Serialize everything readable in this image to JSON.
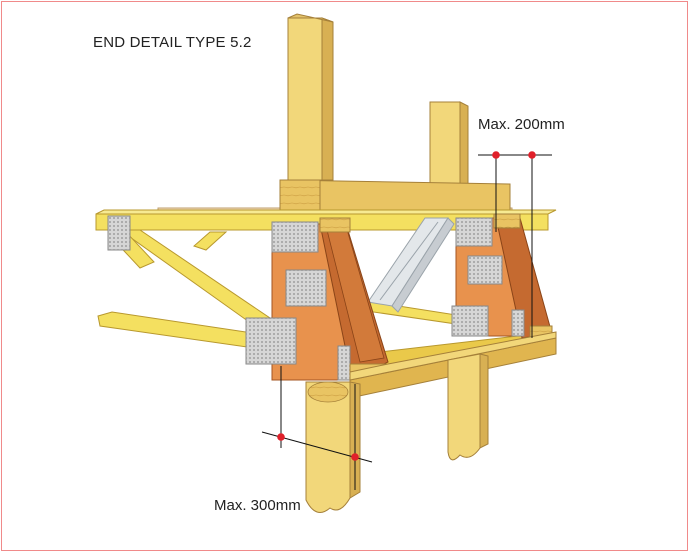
{
  "diagram": {
    "title": "END DETAIL TYPE 5.2",
    "dimension_top": "Max. 200mm",
    "dimension_bottom": "Max. 300mm"
  },
  "colors": {
    "frame_border": "#f08a8a",
    "timber_light": "#f4d97a",
    "timber_mid": "#e8c35a",
    "timber_dark": "#c9973a",
    "timber_chord": "#f3e15e",
    "plywood": "#f0d7b4",
    "ply_block": "#e8924d",
    "ply_block_dark": "#c56a30",
    "nail_plate": "#c8c8c8",
    "hanger": "#d8dde2",
    "marker": "#e0202a",
    "line": "#111111"
  }
}
